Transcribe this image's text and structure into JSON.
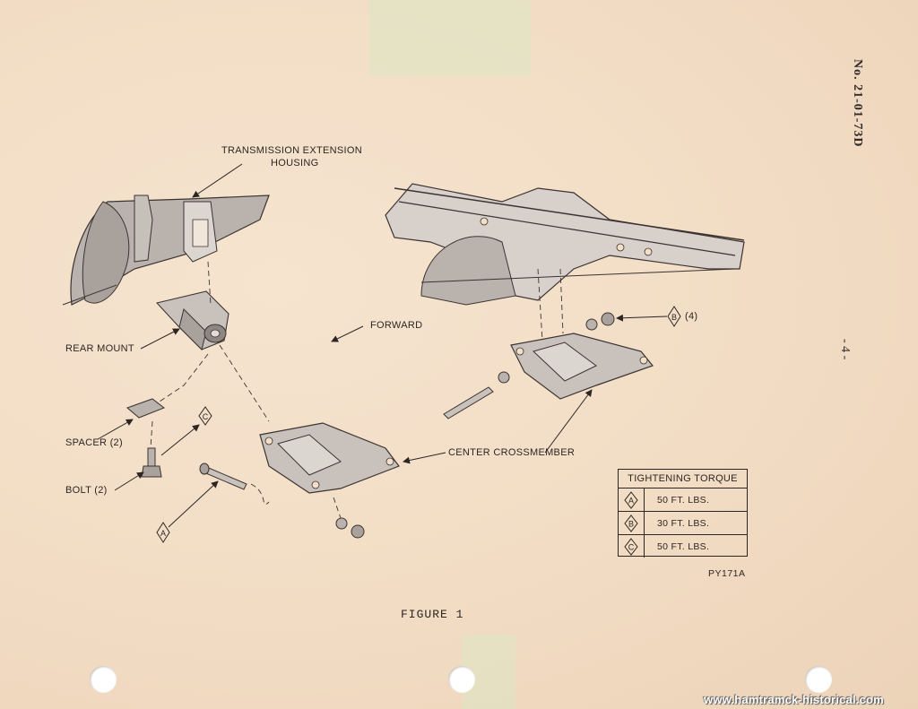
{
  "header": {
    "doc_number": "No. 21-01-73D",
    "page_number": "- 4 -"
  },
  "figure": {
    "caption": "FIGURE 1",
    "code": "PY171A",
    "labels": {
      "transmission_line1": "TRANSMISSION EXTENSION",
      "transmission_line2": "HOUSING",
      "rear_mount": "REAR MOUNT",
      "forward": "FORWARD",
      "spacer": "SPACER (2)",
      "bolt": "BOLT (2)",
      "center_crossmember": "CENTER CROSSMEMBER",
      "callout_b_qty": "(4)"
    },
    "callout_letters": {
      "a": "A",
      "b": "B",
      "c": "C"
    }
  },
  "torque_table": {
    "title": "TIGHTENING TORQUE",
    "rows": [
      {
        "symbol": "A",
        "value": "50  FT.  LBS."
      },
      {
        "symbol": "B",
        "value": "30  FT.  LBS."
      },
      {
        "symbol": "C",
        "value": "50  FT.  LBS."
      }
    ]
  },
  "watermark": "www.hamtramck-historical.com",
  "colors": {
    "paper": "#f3dfc8",
    "ink": "#2b2623",
    "part_shade": "#b9b2ad"
  }
}
